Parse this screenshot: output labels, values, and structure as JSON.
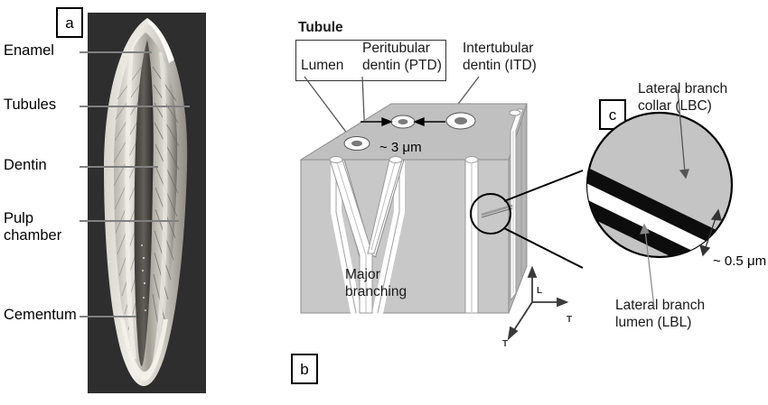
{
  "figure": {
    "panels": {
      "a": "a",
      "b": "b",
      "c": "c"
    }
  },
  "panel_a": {
    "caption_labels": [
      {
        "id": "enamel",
        "text": "Enamel"
      },
      {
        "id": "tubules",
        "text": "Tubules"
      },
      {
        "id": "dentin",
        "text": "Dentin"
      },
      {
        "id": "pulp",
        "text": "Pulp\nchamber"
      },
      {
        "id": "cementum",
        "text": "Cementum"
      }
    ],
    "image_description": "Longitudinal cross-section photograph of a tooth"
  },
  "panel_b": {
    "tubule_heading": "Tubule",
    "lumen_label": "Lumen",
    "ptd_label": "Peritubular\ndentin (PTD)",
    "itd_label": "Intertubular\ndentin (ITD)",
    "tubule_diameter": "~ 3 μm",
    "branching_label": "Major\nbranching",
    "axes": {
      "longitudinal": "L",
      "transverse_right": "T",
      "transverse_front": "T"
    }
  },
  "panel_c": {
    "lbc_label": "Lateral branch\ncollar (LBC)",
    "lbl_label": "Lateral branch\nlumen (LBL)",
    "collar_thickness": "~ 0.5 μm"
  },
  "colors": {
    "cube_top": "#c0c0c0",
    "cube_front": "#c8c8c8",
    "cube_side": "#b4b4b4",
    "circle_fill": "#c4c4c4",
    "collar_black": "#0d0d0d",
    "lumen_white": "#ffffff",
    "leader_gray": "#808080",
    "photo_background": "#2e2e2e"
  }
}
